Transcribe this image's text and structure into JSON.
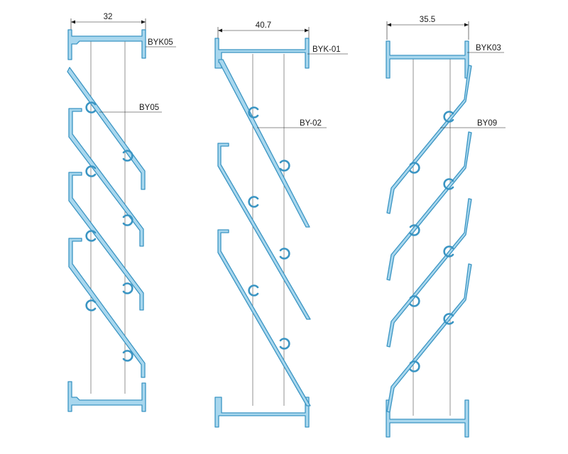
{
  "colors": {
    "profile_fill": "#a8d7ee",
    "profile_stroke": "#3b95c3",
    "line": "#4a4a4a",
    "text": "#1a1a1a"
  },
  "assemblies": [
    {
      "id": "left",
      "dimension": "32",
      "frame_label": "BYK05",
      "blade_label": "BY05"
    },
    {
      "id": "middle",
      "dimension": "40.7",
      "frame_label": "BYK-01",
      "blade_label": "BY-02"
    },
    {
      "id": "right",
      "dimension": "35.5",
      "frame_label": "BYK03",
      "blade_label": "BY09"
    }
  ]
}
